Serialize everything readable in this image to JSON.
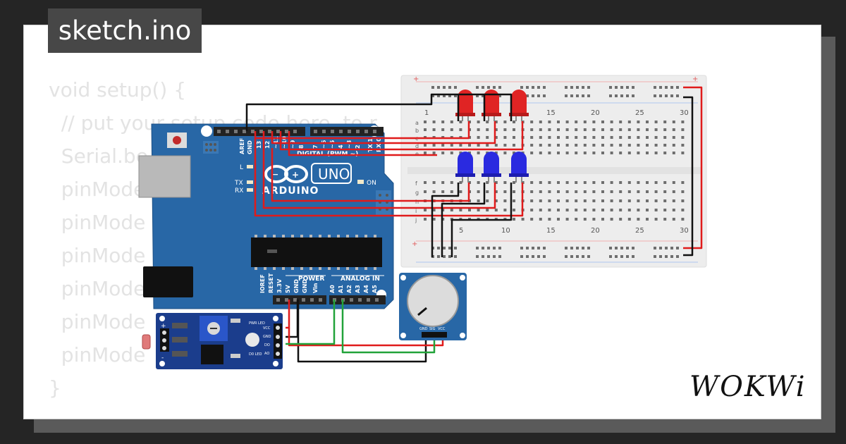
{
  "window": {
    "tab_title": "sketch.ino"
  },
  "code_lines": [
    "void setup() {",
    "  // put your setup code here, to r",
    "  Serial.be",
    "  pinMode",
    "  pinMode",
    "  pinMode",
    "  pinMode",
    "  pinMode",
    "  pinMode",
    "}"
  ],
  "arduino": {
    "brand": "ARDUINO",
    "model": "UNO",
    "digital_label": "DIGITAL (PWM ~)",
    "power_label": "POWER",
    "analog_label": "ANALOG IN",
    "on_label": "ON",
    "l_label": "L",
    "tx_label": "TX",
    "rx_label": "RX",
    "digital_pins": [
      "AREF",
      "GND",
      "13",
      "12",
      "~11",
      "~10",
      "~9",
      "8",
      "7",
      "~6",
      "~5",
      "4",
      "~3",
      "2",
      "TX 1",
      "RX 0"
    ],
    "power_pins": [
      "IOREF",
      "RESET",
      "3.3V",
      "5V",
      "GND",
      "GND",
      "Vin"
    ],
    "analog_pins": [
      "A0",
      "A1",
      "A2",
      "A3",
      "A4",
      "A5"
    ]
  },
  "breadboard": {
    "column_numbers": [
      "1",
      "5",
      "10",
      "15",
      "20",
      "25",
      "30"
    ],
    "rows_top": [
      "a",
      "b",
      "c",
      "d",
      "e"
    ],
    "rows_bottom": [
      "f",
      "g",
      "h",
      "i",
      "j"
    ],
    "plus": "+"
  },
  "leds": {
    "red_color": "#e02424",
    "blue_color": "#2a2ae0",
    "count_red": 3,
    "count_blue": 3
  },
  "ldr_module": {
    "labels": [
      "PWR LED",
      "D0 LED",
      "VCC",
      "GND",
      "DO",
      "AO"
    ],
    "plus": "+",
    "minus": "-"
  },
  "potentiometer": {
    "labels": [
      "GND",
      "SIG",
      "VCC"
    ]
  },
  "brand": {
    "logo": "WOKWi"
  },
  "colors": {
    "board_blue": "#2867a6",
    "wire_red": "#e01b1b",
    "wire_black": "#111111",
    "wire_green": "#22a33a",
    "code_gray": "#e3e3e3"
  }
}
